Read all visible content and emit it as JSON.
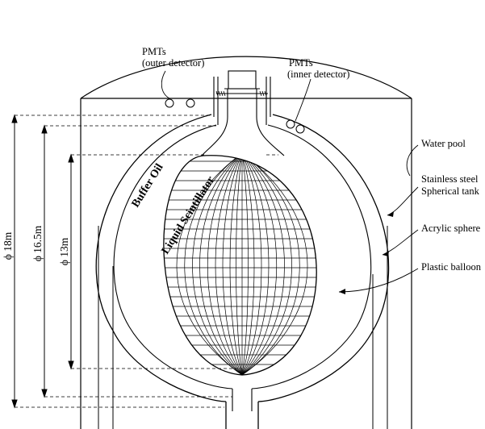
{
  "labels": {
    "pmt_outer_1": "PMTs",
    "pmt_outer_2": "(outer detector)",
    "pmt_inner_1": "PMTs",
    "pmt_inner_2": "(inner detector)",
    "water_pool": "Water pool",
    "stainless_1": "Stainless steel",
    "stainless_2": "Spherical tank",
    "acrylic": "Acrylic sphere",
    "balloon": "Plastic balloon",
    "buffer_oil": "Buffer Oil",
    "liquid_scint": "Liquid Scintillator"
  },
  "dimensions": {
    "d18": "ϕ 18m",
    "d165": "ϕ 16.5m",
    "d13": "ϕ 13m"
  }
}
